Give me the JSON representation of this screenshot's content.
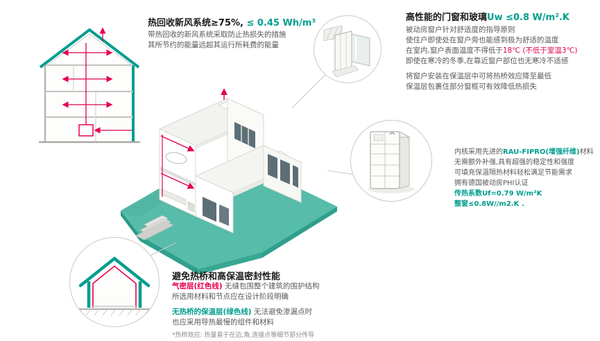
{
  "colors": {
    "teal": "#009E8E",
    "red": "#E30050",
    "platform_green": "#57BCA9",
    "glass_grey": "#5E6E76",
    "text_dark": "#1A1A1A",
    "text_grey": "#595959",
    "line_grey": "#C8C8C4"
  },
  "hrv_section": {
    "title_black": "热回收新风系统≥75%,",
    "title_green": " ≤ 0.45 Wh/m³",
    "desc_line1": "带热回收的新风系统采取防止热损失的措施",
    "desc_line2": "其所节约的能量远超其运行所耗费的能量"
  },
  "window_section": {
    "title_black": "高性能的门窗和玻璃",
    "title_green": "Uw ≤0.8 W/m².K",
    "line1": "被动房窗户针对舒适度的指导原则",
    "line2": "使住户即使处在窗户旁也能感到极为舒适的温度",
    "line3_black": "在室内,窗户表面温度不得低于",
    "line3_red": "18℃ (不低于室温3℃)",
    "line4": "即使在寒冷的冬季,在靠近窗户部位也无寒冷不适感",
    "line5": "将窗户安装在保温层中可将热桥效应降至最低",
    "line6": "保温层包裹住部分窗框可有效降低热损失"
  },
  "profile_section": {
    "line1_black1": "内核采用先进的",
    "line1_green": "RAU-FIPRO(增强纤维)",
    "line1_black2": "材料",
    "line2": "无需额外补强,具有超强的稳定性和强度",
    "line3": "可填充保温隔热材料轻松满足节能需求",
    "line4": "拥有德国被动房PHI认证",
    "line5_green": "传热系数Uf=0.79 W/m²K",
    "line6_green": "整窗≤0.8W//m2.K ."
  },
  "thermal_section": {
    "title": "避免热桥和高保温密封性能",
    "airtight_label": "气密层(红色线)",
    "airtight_text": " 无缝包围整个建筑的围护结构",
    "airtight_line2": "所选用材料和节点应在设计阶段明确",
    "insulation_label": "无热桥的保温层(绿色线)",
    "insulation_text": " 无法避免渗漏点时",
    "insulation_line2": "也应采用导热最慢的组件和材料",
    "footnote": "*热桥效应: 热量易于在边,角,连接点等细节部分传导"
  }
}
